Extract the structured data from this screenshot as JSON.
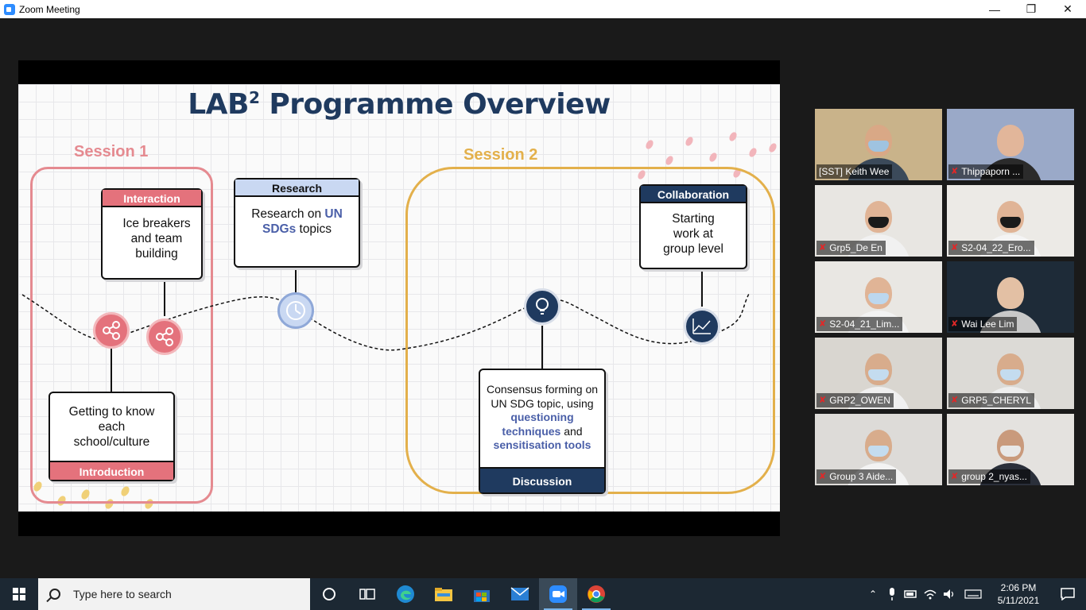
{
  "window": {
    "title": "Zoom Meeting",
    "controls": [
      "minimize",
      "restore",
      "close"
    ]
  },
  "slide": {
    "title_main": "LAB",
    "title_sup": "2",
    "title_rest": "Programme Overview",
    "session1_label": "Session 1",
    "session2_label": "Session 2",
    "interaction": {
      "head": "Interaction",
      "body": "Ice breakers and team building"
    },
    "research": {
      "head": "Research",
      "body_prefix": "Research on ",
      "body_hl": "UN SDGs",
      "body_suffix": " topics"
    },
    "collaboration": {
      "head": "Collaboration",
      "body": "Starting work at group level"
    },
    "introduction": {
      "foot": "Introduction",
      "body": "Getting to know each school/culture"
    },
    "discussion": {
      "foot": "Discussion",
      "body_1": "Consensus forming on UN SDG topic, using ",
      "body_hl1": "questioning techniques",
      "body_2": " and ",
      "body_hl2": "sensitisation tools"
    }
  },
  "participants": [
    {
      "name": "[SST] Keith Wee",
      "active": true,
      "muted": false,
      "bg": "#c9b38a",
      "skin": "#d9a886",
      "shirt": "#3b4a5a",
      "mask": "#9fc3e0"
    },
    {
      "name": "Thippaporn ...",
      "active": false,
      "muted": true,
      "bg": "#9aa9c8",
      "skin": "#e2b69a",
      "shirt": "#2b2b2b",
      "mask": ""
    },
    {
      "name": "Grp5_De En",
      "active": false,
      "muted": true,
      "bg": "#e8e6e2",
      "skin": "#e0b496",
      "shirt": "#f1f1f1",
      "mask": "#1a1a1a"
    },
    {
      "name": "S2-04_22_Ero...",
      "active": false,
      "muted": true,
      "bg": "#eceae6",
      "skin": "#e0b496",
      "shirt": "#f4f4f4",
      "mask": "#1a1a1a"
    },
    {
      "name": "S2-04_21_Lim...",
      "active": false,
      "muted": true,
      "bg": "#e9e7e3",
      "skin": "#e0b496",
      "shirt": "#f2f2f2",
      "mask": "#bcd7ee"
    },
    {
      "name": "Wai Lee Lim",
      "active": false,
      "muted": true,
      "bg": "#1e2b38",
      "skin": "#e3c0a4",
      "shirt": "#c8c8c8",
      "mask": ""
    },
    {
      "name": "GRP2_OWEN",
      "active": false,
      "muted": true,
      "bg": "#d9d6d0",
      "skin": "#d8ac8c",
      "shirt": "#f0f0f0",
      "mask": "#c4dcef"
    },
    {
      "name": "GRP5_CHERYL",
      "active": false,
      "muted": true,
      "bg": "#dcdad6",
      "skin": "#d8ac8c",
      "shirt": "#eeeeee",
      "mask": "#c4dcef"
    },
    {
      "name": "Group 3 Aide...",
      "active": false,
      "muted": true,
      "bg": "#dddbd8",
      "skin": "#d8ac8c",
      "shirt": "#f3f3f3",
      "mask": "#c4dcef"
    },
    {
      "name": "group 2_nyas...",
      "active": false,
      "muted": true,
      "bg": "#e4e2df",
      "skin": "#c99a7c",
      "shirt": "#2a2f3a",
      "mask": "#e8e8e8"
    }
  ],
  "taskbar": {
    "search_placeholder": "Type here to search",
    "pinned": [
      "cortana-icon",
      "task-view-icon",
      "edge-icon",
      "file-explorer-icon",
      "store-icon",
      "mail-icon",
      "zoom-icon",
      "chrome-icon"
    ],
    "time": "2:06 PM",
    "date": "5/11/2021"
  },
  "colors": {
    "pink": "#e4727c",
    "gold": "#e3b04b",
    "navy": "#1f3a5f",
    "active_speaker": "#d4e157"
  }
}
